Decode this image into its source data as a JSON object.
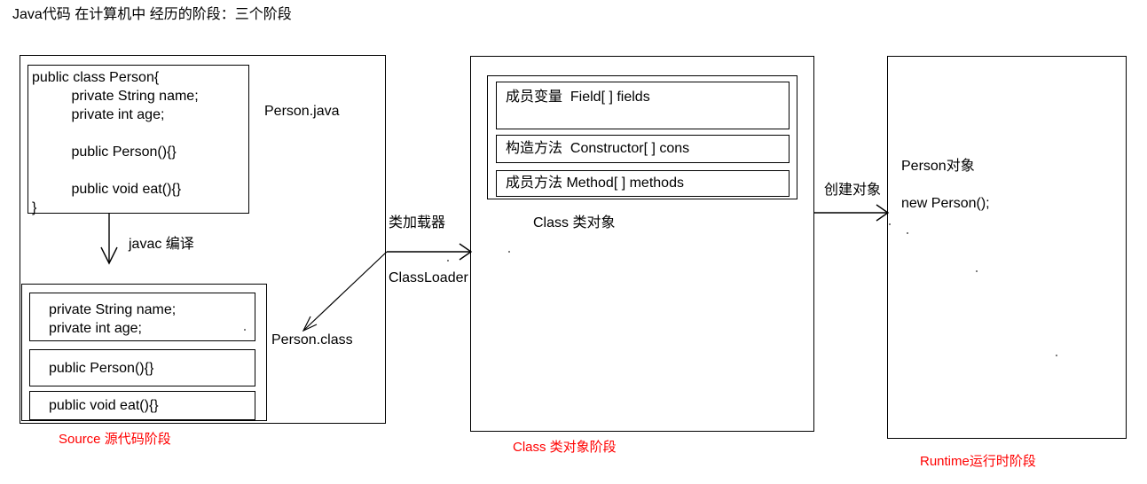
{
  "title": "Java代码 在计算机中 经历的阶段：三个阶段",
  "colors": {
    "stroke": "#000000",
    "text": "#000000",
    "stage_label": "#FF0000",
    "background": "#FFFFFF"
  },
  "stages": [
    {
      "id": "source",
      "label": "Source 源代码阶段",
      "file_label": "Person.java",
      "class_file_label": "Person.class",
      "source_code": [
        "public class Person{",
        "          private String name;",
        "          private int age;",
        "",
        "          public Person(){}",
        "",
        "          public void eat(){}",
        "}"
      ],
      "compiled_members": [
        [
          "private String name;",
          "private int age;"
        ],
        [
          "public Person(){}"
        ],
        [
          "public void eat(){}"
        ]
      ]
    },
    {
      "id": "class",
      "label": "Class 类对象阶段",
      "object_label": "Class 类对象",
      "members": [
        "成员变量  Field[ ] fields",
        "构造方法  Constructor[ ] cons",
        "成员方法 Method[ ] methods"
      ]
    },
    {
      "id": "runtime",
      "label": "Runtime运行时阶段",
      "lines": [
        "Person对象",
        "new Person();"
      ]
    }
  ],
  "arrows": [
    {
      "id": "javac",
      "label": "javac 编译",
      "direction": "down"
    },
    {
      "id": "classloader",
      "label_top": "类加载器",
      "label_bottom": "ClassLoader",
      "direction": "right"
    },
    {
      "id": "new-object",
      "label": "创建对象",
      "direction": "right"
    }
  ]
}
